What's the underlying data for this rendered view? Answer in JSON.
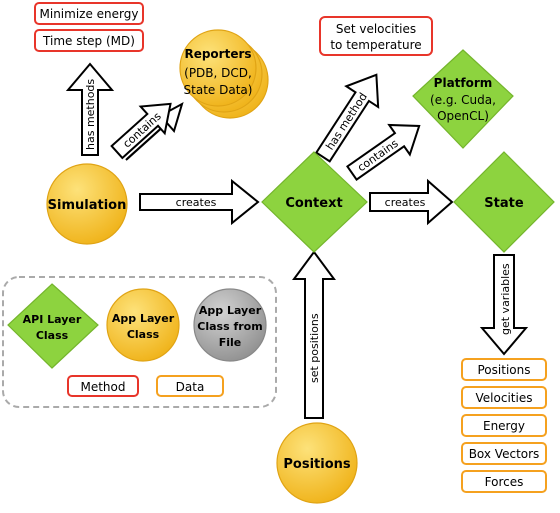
{
  "colors": {
    "api_green": "#8dd33f",
    "app_yellow": "#f7c325",
    "app_gray": "#a8a8a8",
    "method_border": "#e8352a",
    "data_border": "#f5a11f",
    "legend_dash": "#aaaaaa"
  },
  "nodes": {
    "simulation": "Simulation",
    "reporters_title": "Reporters",
    "reporters_sub1": "(PDB, DCD,",
    "reporters_sub2": "State Data)",
    "context": "Context",
    "platform_title": "Platform",
    "platform_sub1": "(e.g. Cuda,",
    "platform_sub2": "OpenCL)",
    "state": "State",
    "positions": "Positions"
  },
  "methods": {
    "minimize_energy": "Minimize energy",
    "time_step": "Time step (MD)",
    "set_velocities_1": "Set velocities",
    "set_velocities_2": "to temperature"
  },
  "arrows": {
    "has_methods": "has methods",
    "contains_reporters": "contains",
    "creates_context": "creates",
    "has_method": "has method",
    "contains_platform": "contains",
    "creates_state": "creates",
    "set_positions": "set positions",
    "get_variables": "get variables"
  },
  "state_variables": [
    "Positions",
    "Velocities",
    "Energy",
    "Box Vectors",
    "Forces"
  ],
  "legend": {
    "api_1": "API Layer",
    "api_2": "Class",
    "app_1": "App Layer",
    "app_2": "Class",
    "file_1": "App Layer",
    "file_2": "Class from",
    "file_3": "File",
    "method": "Method",
    "data": "Data"
  }
}
